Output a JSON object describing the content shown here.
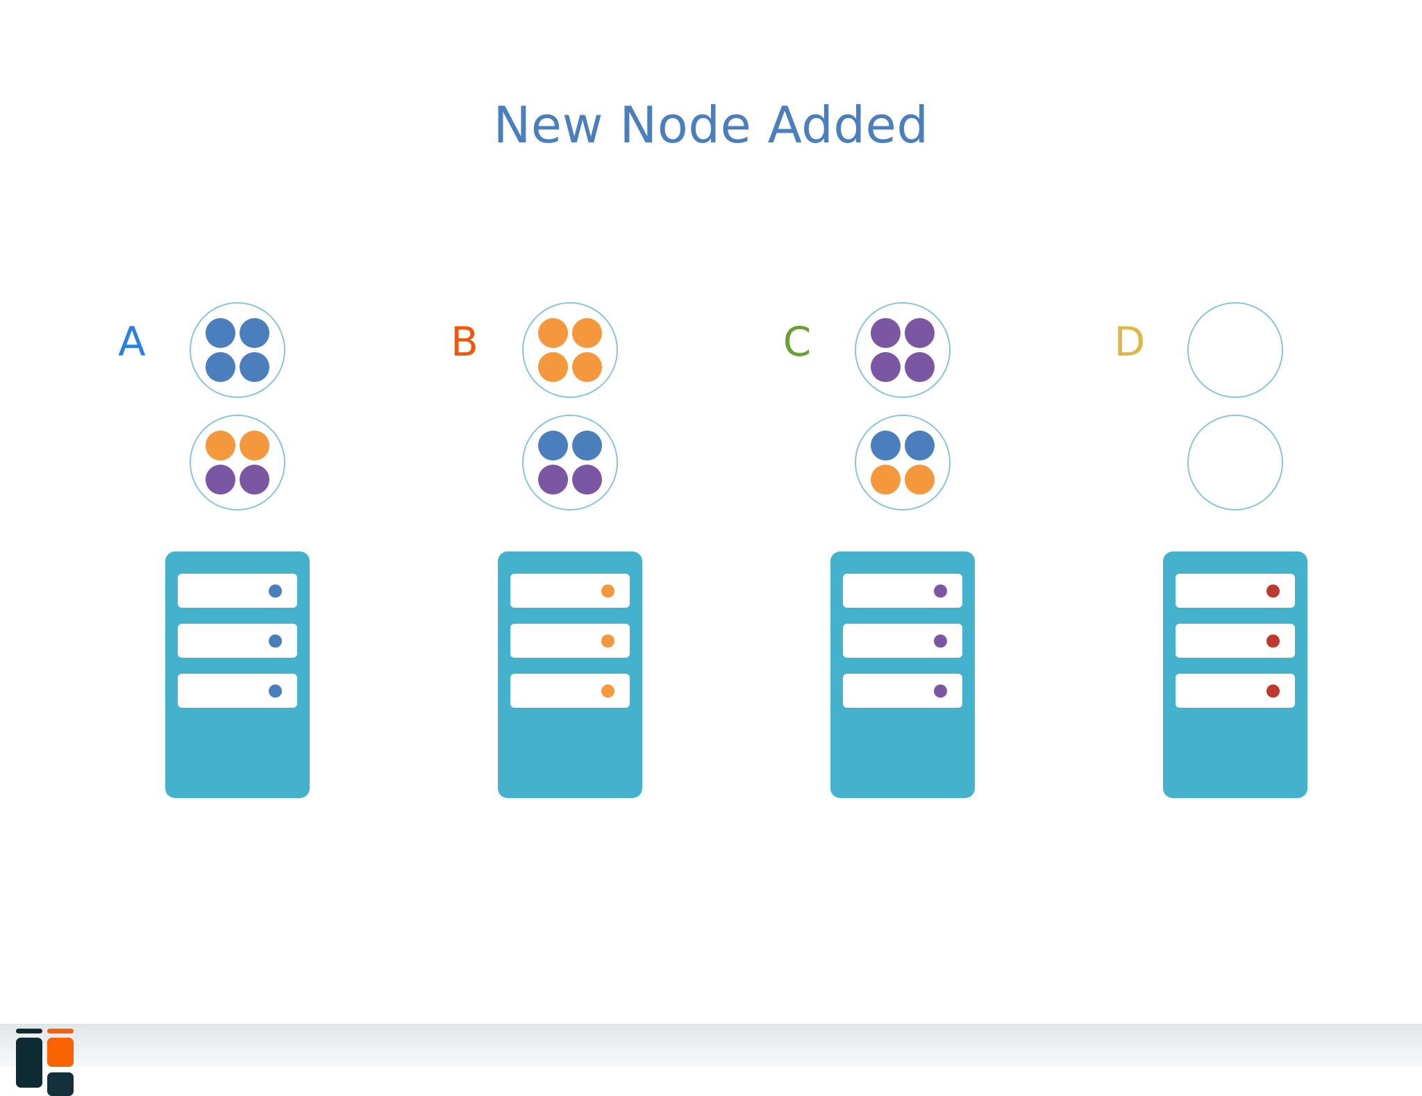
{
  "slide": {
    "title": "New Node Added",
    "title_color": "#4a7ebc",
    "background": "#ffffff"
  },
  "palette": {
    "blue": "#4a7ebc",
    "orange": "#f5973d",
    "purple": "#7b57a3",
    "red": "#c0392f",
    "green": "#6aa032",
    "gold": "#e0b54a",
    "server_body": "#45b2cd",
    "ring_stroke": "#89c4d8",
    "slot_fill": "#ffffff"
  },
  "columns": [
    {
      "label": "A",
      "label_color": "#2b7fe0",
      "rings": [
        {
          "name": "ring-top",
          "tokens": [
            "blue",
            "blue",
            "blue",
            "blue"
          ]
        },
        {
          "name": "ring-bottom",
          "tokens": [
            "orange",
            "orange",
            "purple",
            "purple"
          ]
        }
      ],
      "server": {
        "name": "server-a",
        "body_color": "#45b2cd",
        "led_color": "#4a7ebc",
        "slots": 3
      }
    },
    {
      "label": "B",
      "label_color": "#f4560a",
      "rings": [
        {
          "name": "ring-top",
          "tokens": [
            "orange",
            "orange",
            "orange",
            "orange"
          ]
        },
        {
          "name": "ring-bottom",
          "tokens": [
            "blue",
            "blue",
            "purple",
            "purple"
          ]
        }
      ],
      "server": {
        "name": "server-b",
        "body_color": "#45b2cd",
        "led_color": "#f5973d",
        "slots": 3
      }
    },
    {
      "label": "C",
      "label_color": "#6aa032",
      "rings": [
        {
          "name": "ring-top",
          "tokens": [
            "purple",
            "purple",
            "purple",
            "purple"
          ]
        },
        {
          "name": "ring-bottom",
          "tokens": [
            "blue",
            "blue",
            "orange",
            "orange"
          ]
        }
      ],
      "server": {
        "name": "server-c",
        "body_color": "#45b2cd",
        "led_color": "#7b57a3",
        "slots": 3
      }
    },
    {
      "label": "D",
      "label_color": "#e0b54a",
      "rings": [
        {
          "name": "ring-top",
          "tokens": [
            "empty",
            "empty",
            "empty",
            "empty"
          ]
        },
        {
          "name": "ring-bottom",
          "tokens": [
            "empty",
            "empty",
            "empty",
            "empty"
          ]
        }
      ],
      "server": {
        "name": "server-d",
        "body_color": "#45b2cd",
        "led_color": "#c0392f",
        "slots": 3
      }
    }
  ],
  "footer": {
    "logo_name": "company-logo",
    "logo_colors": [
      "#0e2a33",
      "#fa6400"
    ]
  }
}
